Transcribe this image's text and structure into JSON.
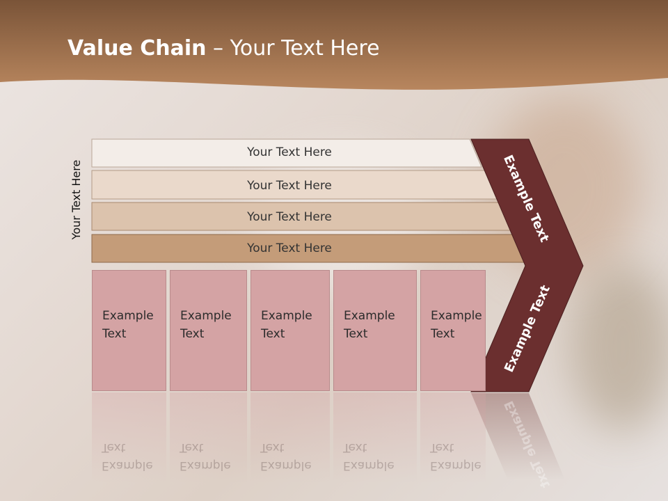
{
  "title": {
    "bold": "Value Chain",
    "rest": " – Your Text Here"
  },
  "side_label": "Your Text Here",
  "bars": [
    {
      "label": "Your Text Here"
    },
    {
      "label": "Your Text Here"
    },
    {
      "label": "Your Text Here"
    },
    {
      "label": "Your Text Here"
    }
  ],
  "boxes": [
    {
      "label": "Example\nText"
    },
    {
      "label": "Example\nText"
    },
    {
      "label": "Example\nText"
    },
    {
      "label": "Example\nText"
    },
    {
      "label": "Example\nText"
    }
  ],
  "chevron": {
    "upper_label": "Example Text",
    "lower_label": "Example Text"
  },
  "colors": {
    "header": "#8b5e3c",
    "chevron": "#6b2f2f",
    "boxes": "#d4a3a4",
    "bar1": "#f3ede8",
    "bar2": "#ead9cb",
    "bar3": "#dcc3ad",
    "bar4": "#c49c79"
  }
}
